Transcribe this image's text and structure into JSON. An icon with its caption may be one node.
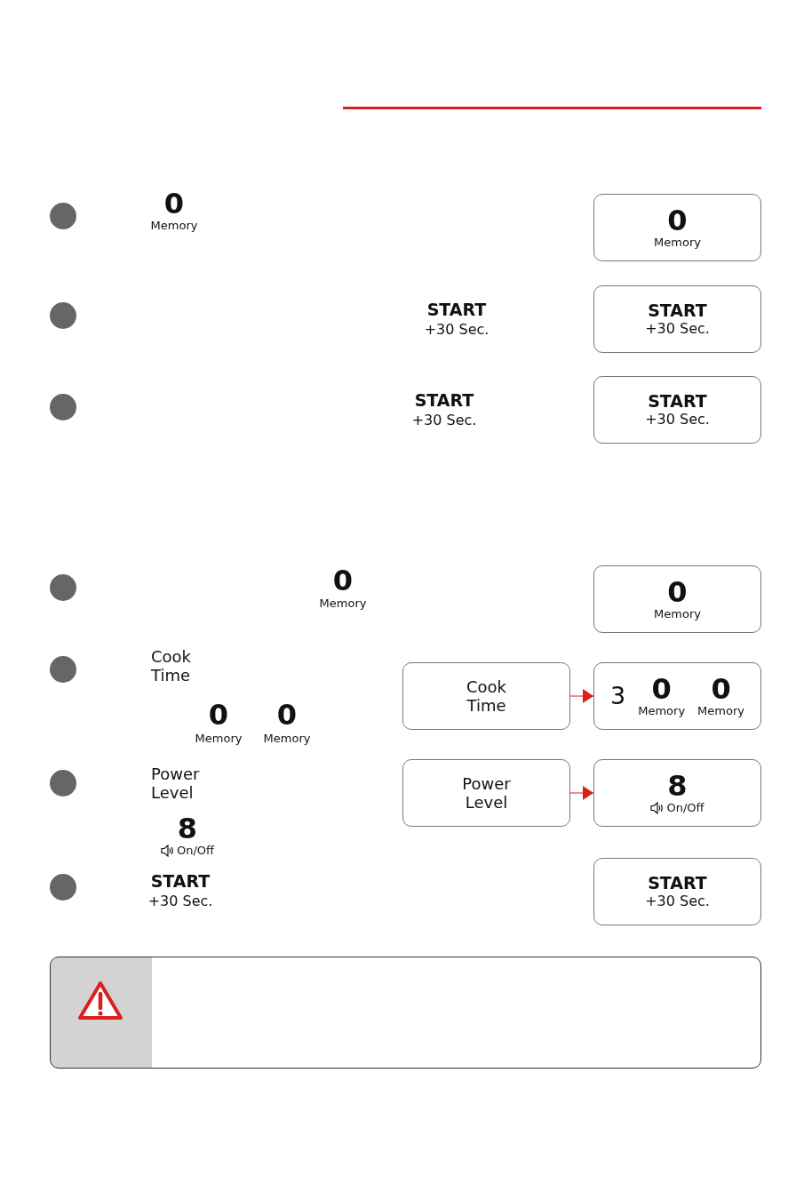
{
  "diagram": {
    "nodes": [
      {
        "text": [
          "0",
          "Memory"
        ]
      },
      {
        "text": [
          "START",
          "+30 Sec."
        ]
      },
      {
        "text": [
          "START",
          "+30 Sec."
        ]
      },
      {
        "text": [
          "0",
          "Memory"
        ]
      },
      {
        "text": [
          "Cook Time"
        ]
      },
      {
        "text": [
          "3",
          "0",
          "Memory",
          "0",
          "Memory"
        ]
      },
      {
        "text": [
          "Power Level"
        ]
      },
      {
        "text": [
          "8",
          "On/Off"
        ]
      },
      {
        "text": [
          "START",
          "+30 Sec."
        ]
      }
    ],
    "edges": [
      {
        "from": 4,
        "to": 5,
        "arrow": "to"
      },
      {
        "from": 6,
        "to": 7,
        "arrow": "to"
      }
    ],
    "labels": [
      "0",
      "Memory",
      "START",
      "+30 Sec.",
      "START",
      "+30 Sec.",
      "0",
      "Memory",
      "Cook Time",
      "0",
      "Memory",
      "0",
      "Memory",
      "Power Level",
      "8",
      "On/Off",
      "START",
      "+30 Sec."
    ]
  }
}
